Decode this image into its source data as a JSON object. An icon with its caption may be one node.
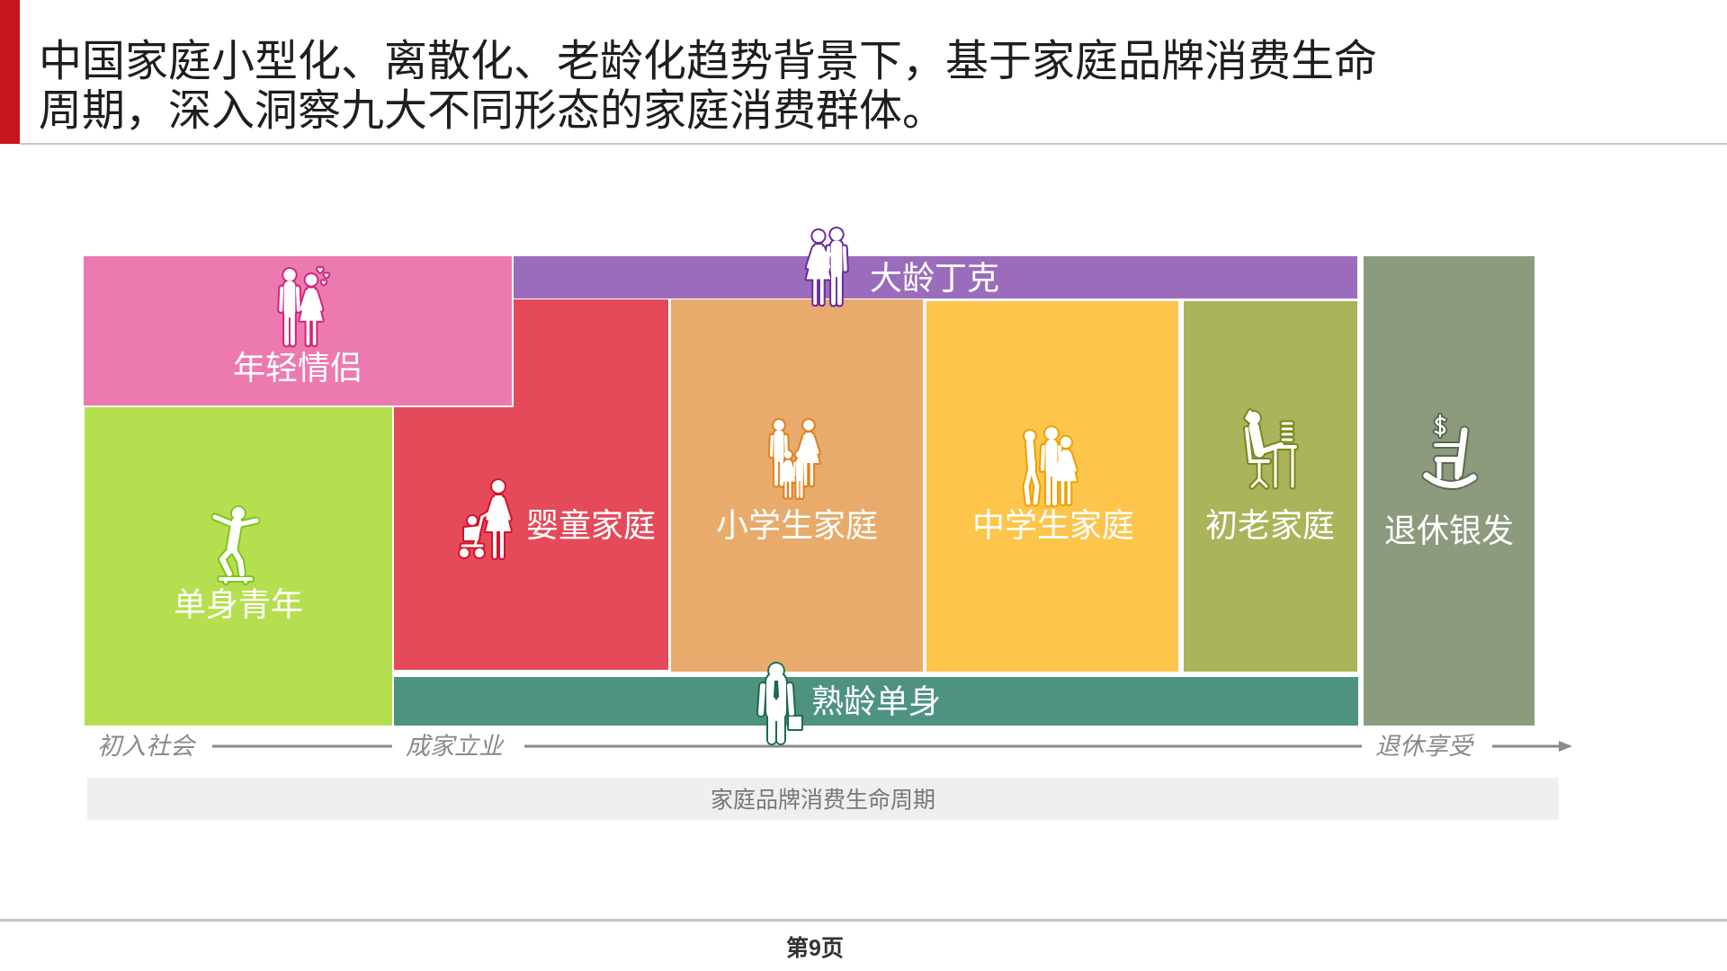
{
  "diagram": {
    "title": "中国家庭小型化、离散化、老龄化趋势背景下，基于家庭品牌消费生命周期，深入洞察九大不同形态的家庭消费群体。",
    "nodes": [
      {
        "text": [
          "年轻情侣"
        ]
      },
      {
        "text": [
          "大龄丁克"
        ]
      },
      {
        "text": [
          "单身青年"
        ]
      },
      {
        "text": [
          "婴童家庭"
        ]
      },
      {
        "text": [
          "小学生家庭"
        ]
      },
      {
        "text": [
          "中学生家庭"
        ]
      },
      {
        "text": [
          "初老家庭"
        ]
      },
      {
        "text": [
          "退休银发"
        ]
      },
      {
        "text": [
          "熟龄单身"
        ]
      },
      {
        "text": [
          "家庭品牌消费生命周期"
        ]
      }
    ],
    "labels": [
      "初入社会",
      "成家立业",
      "退休享受",
      "第9页"
    ]
  }
}
